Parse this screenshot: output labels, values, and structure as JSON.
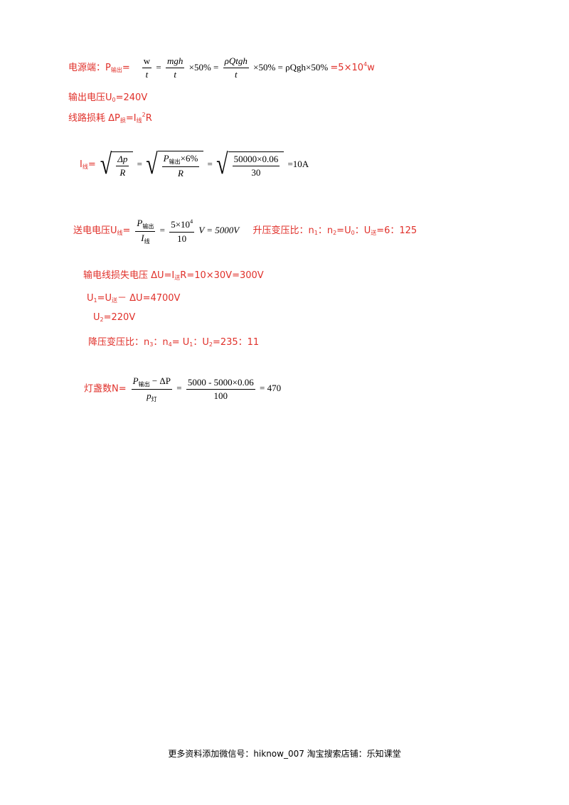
{
  "lines": {
    "power": {
      "label": "电源端：P",
      "label_sub": "输出",
      "eq": "=",
      "f1_num": "w",
      "f1_den": "t",
      "f2_num": "mgh",
      "f2_den": "t",
      "pct1": "×50% =",
      "f3_num": "ρQtgh",
      "f3_den": "t",
      "pct2": "×50% = ρQgh×50%",
      "result": "=5×10",
      "result_sup": "4",
      "result_unit": "w"
    },
    "output_voltage": {
      "text": "输出电压U",
      "sub": "0",
      "tail": "=240V"
    },
    "line_loss": {
      "text": "线路损耗 ΔP",
      "sub1": "损",
      "mid": "=I",
      "sub2": "线",
      "sup": "2",
      "tail": "R"
    },
    "current": {
      "label": "I",
      "label_sub": "线",
      "eq": "=",
      "s1_num": "Δp",
      "s1_den": "R",
      "s2_num_p": "P",
      "s2_num_sub": "输出",
      "s2_num_tail": "×6%",
      "s2_den": "R",
      "s3_num": "50000×0.06",
      "s3_den": "30",
      "result": "=10A"
    },
    "send_voltage": {
      "label": "送电电压U",
      "label_sub": "线",
      "eq": "=",
      "f1_num_p": "P",
      "f1_num_sub": "输出",
      "f1_den_i": "I",
      "f1_den_sub": "线",
      "f2_num": "5×10",
      "f2_num_sup": "4",
      "f2_den": "10",
      "result": "V = 5000V",
      "ratio_label": "升压变压比：n",
      "n1": "1",
      "colon1": "：n",
      "n2": "2",
      "eq2": "=U",
      "u0": "0",
      "colon2": "：U",
      "usend": "送",
      "ratio_val": "=6：125"
    },
    "loss_voltage": {
      "text": "输电线损失电压 ΔU=I",
      "sub": "送",
      "tail": "R=10×30V=300V"
    },
    "u1": {
      "head": "U",
      "sub1": "1",
      "mid": "=U",
      "sub2": "送",
      "tail": "－ ΔU=4700V"
    },
    "u2": {
      "head": "U",
      "sub": "2",
      "tail": "=220V"
    },
    "step_down": {
      "label": "降压变压比：n",
      "n3": "3",
      "colon1": "：n",
      "n4": "4",
      "eq": "= U",
      "u1": "1",
      "colon2": "：U",
      "u2": "2",
      "val": "=235：11"
    },
    "lamps": {
      "label": "灯盏数N=",
      "f1_num_p": "P",
      "f1_num_sub": "输出",
      "f1_num_tail": "− ΔP",
      "f1_den_p": "p",
      "f1_den_sub": "灯",
      "eq": "=",
      "f2_num": "5000 - 5000×0.06",
      "f2_den": "100",
      "result": "= 470"
    }
  },
  "footer": "更多资料添加微信号：hiknow_007  淘宝搜索店铺：乐知课堂"
}
